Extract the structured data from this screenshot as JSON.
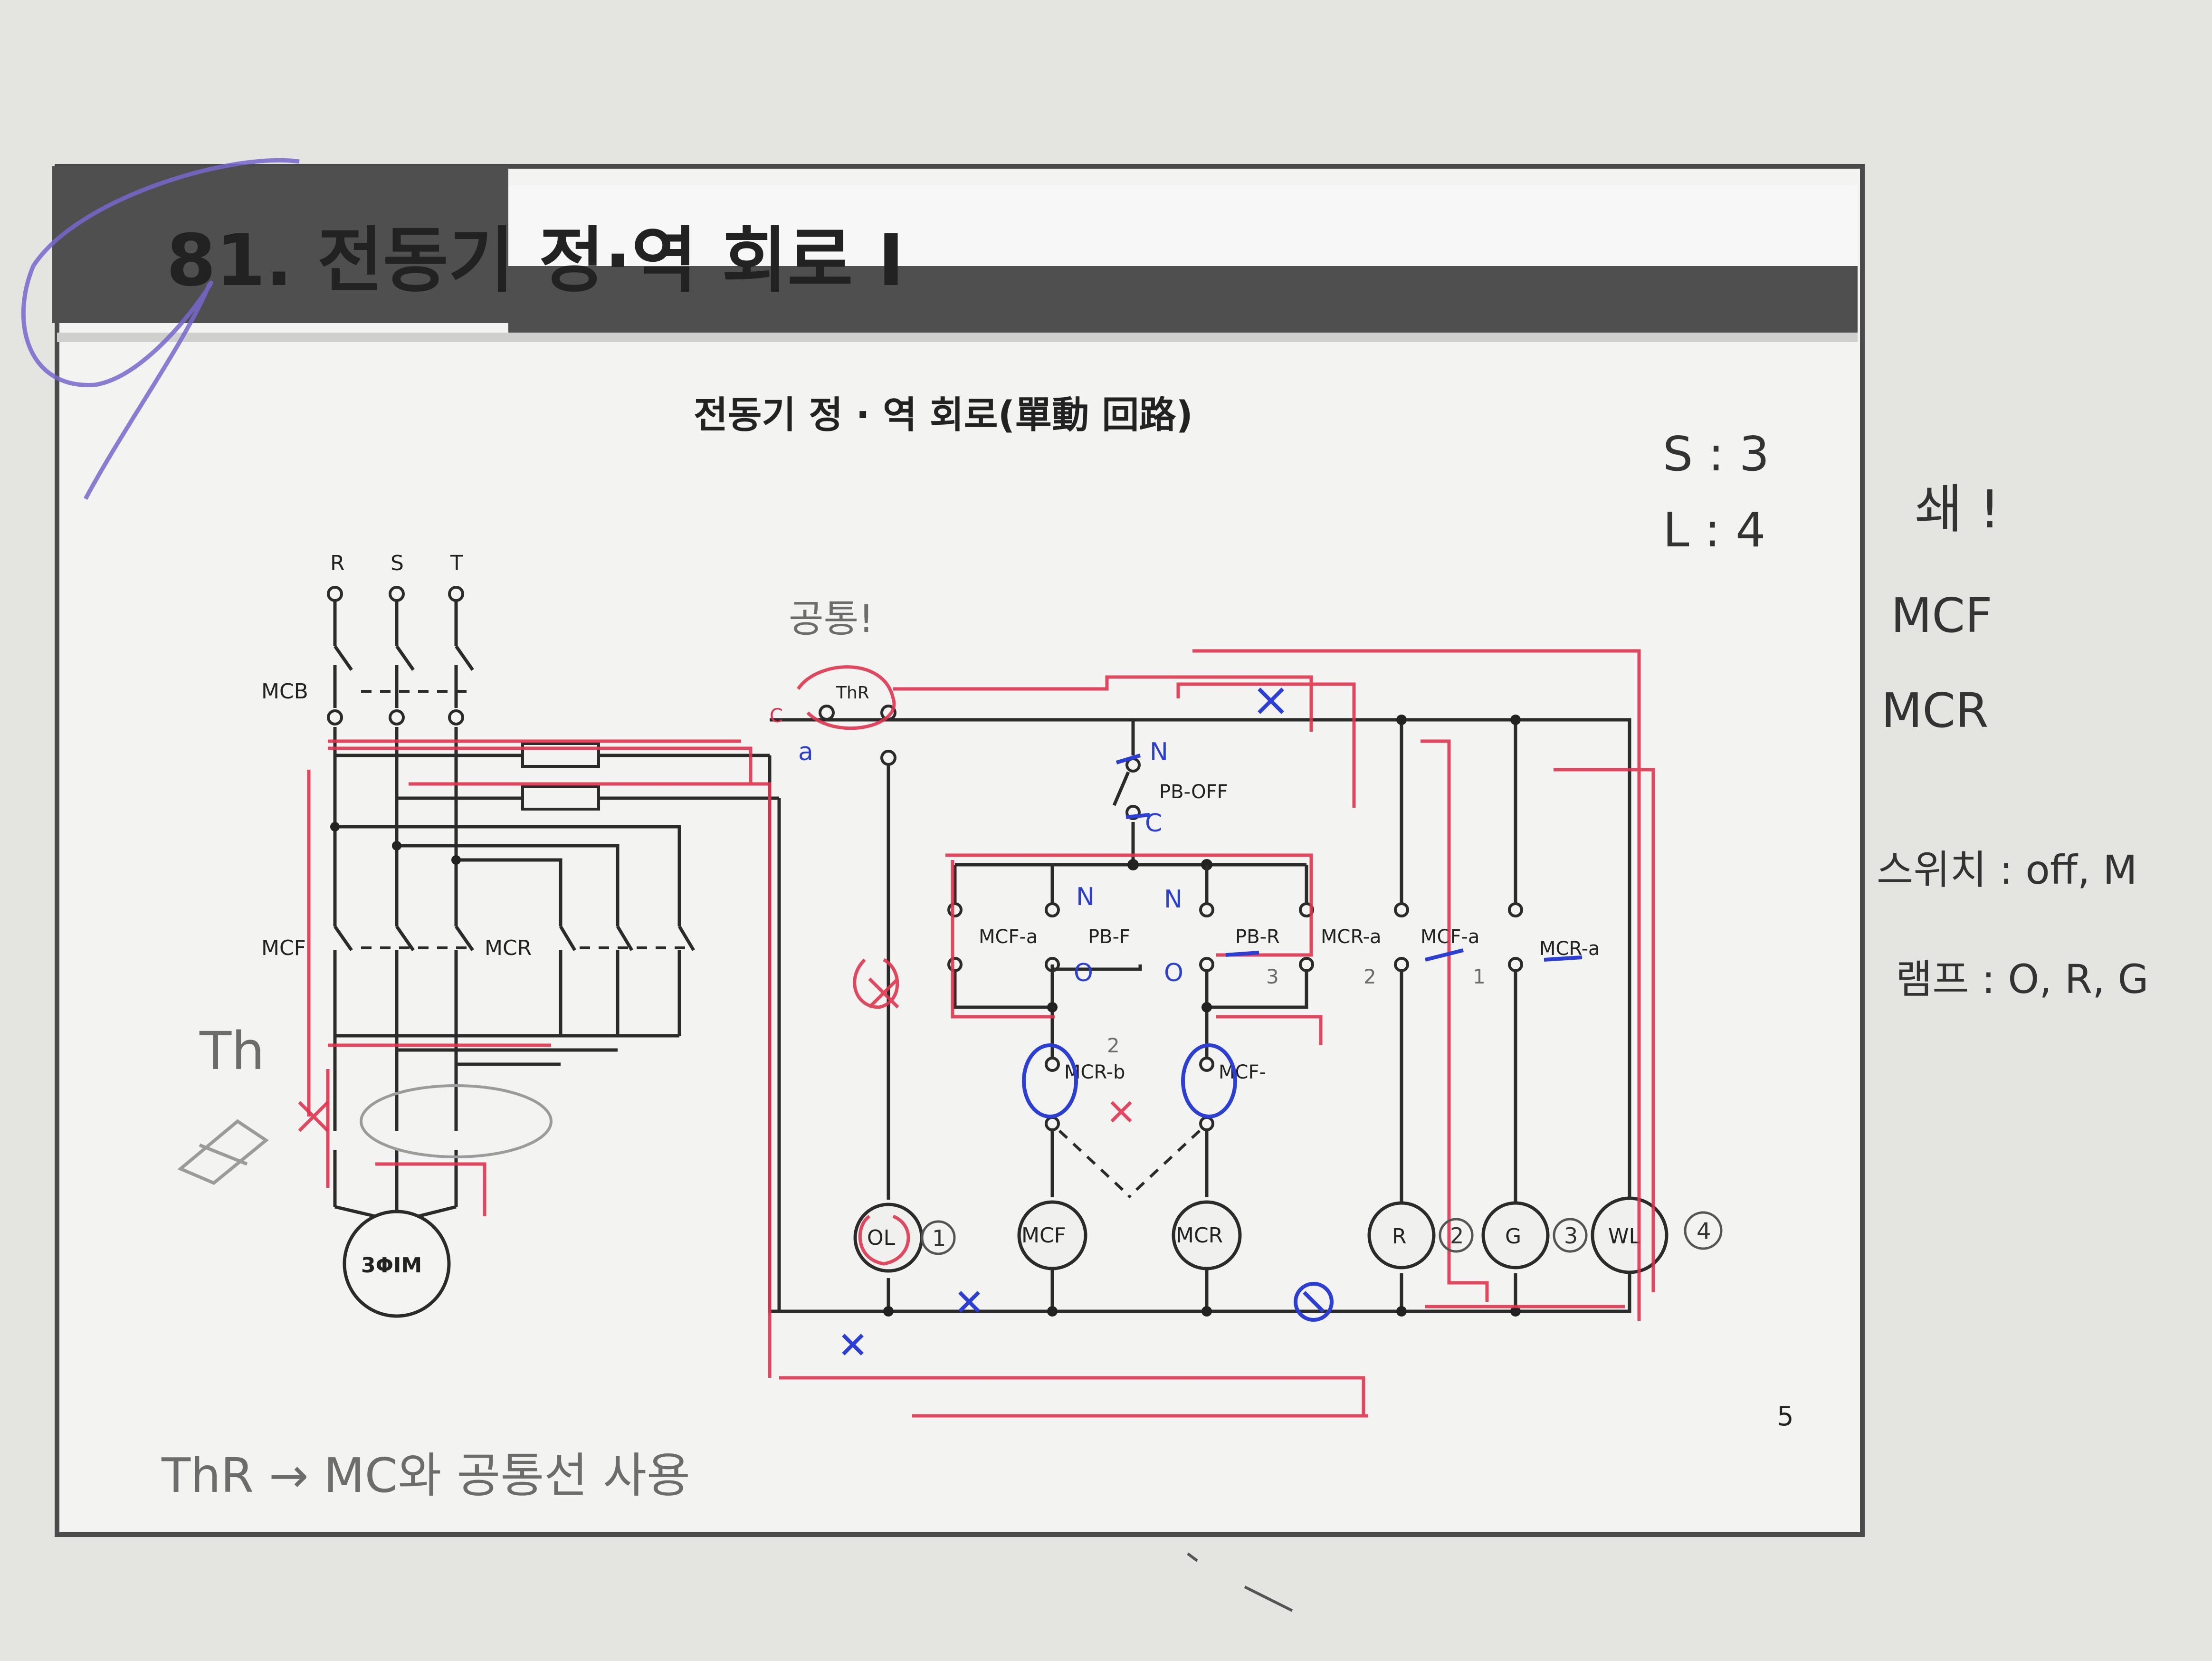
{
  "slide": {
    "header_title": "81. 전동기 정·역 회로 I",
    "diagram_title": "전동기 정 · 역 회로(單動 回路)",
    "page_number": "5"
  },
  "power_circuit": {
    "phases": [
      "R",
      "S",
      "T"
    ],
    "breaker": "MCB",
    "forward_contactor": "MCF",
    "reverse_contactor": "MCR",
    "motor": "3ΦIM"
  },
  "control_circuit": {
    "thermal_relay": "ThR",
    "stop_button": "PB-OFF",
    "forward_button": "PB-F",
    "reverse_button": "PB-R",
    "self_hold_forward": "MCF-a",
    "self_hold_reverse": "MCR-a",
    "interlock_forward_path": "MCR-b",
    "interlock_reverse_path": "MCF-",
    "lamp_contact_forward": "MCF-a",
    "lamp_contact_reverse": "MCR-a",
    "loads": [
      "OL",
      "MCF",
      "MCR",
      "R",
      "G",
      "WL"
    ]
  },
  "annotations": {
    "top_right": [
      "S : 3",
      "L : 4"
    ],
    "side_notes": [
      "쇄 !",
      "MCF",
      "MCR",
      "스위치 : off, M",
      "램프 : O, R, G"
    ],
    "common_note": "공통!",
    "contact_marks": {
      "thr_a": "a",
      "thr_c": "C",
      "off_n": "N",
      "off_c": "C",
      "pbf_n": "N",
      "pbf_o": "O",
      "pbr_n": "N",
      "pbr_o": "O",
      "pbr_num": "3",
      "mcra_num": "2",
      "mcfa_num": "1",
      "mcrb_num": "2"
    },
    "circled_numbers": [
      "1",
      "2",
      "3",
      "4"
    ],
    "bottom_pencil": "ThR → MC와 공통선 사용",
    "left_pencil": "Th"
  },
  "colors": {
    "ink": "#2b2b2b",
    "red_pen": "#e0344e",
    "blue_pen": "#2b3fd6",
    "purple_pen": "#7766cc",
    "header_bar": "#4d4d4d"
  }
}
